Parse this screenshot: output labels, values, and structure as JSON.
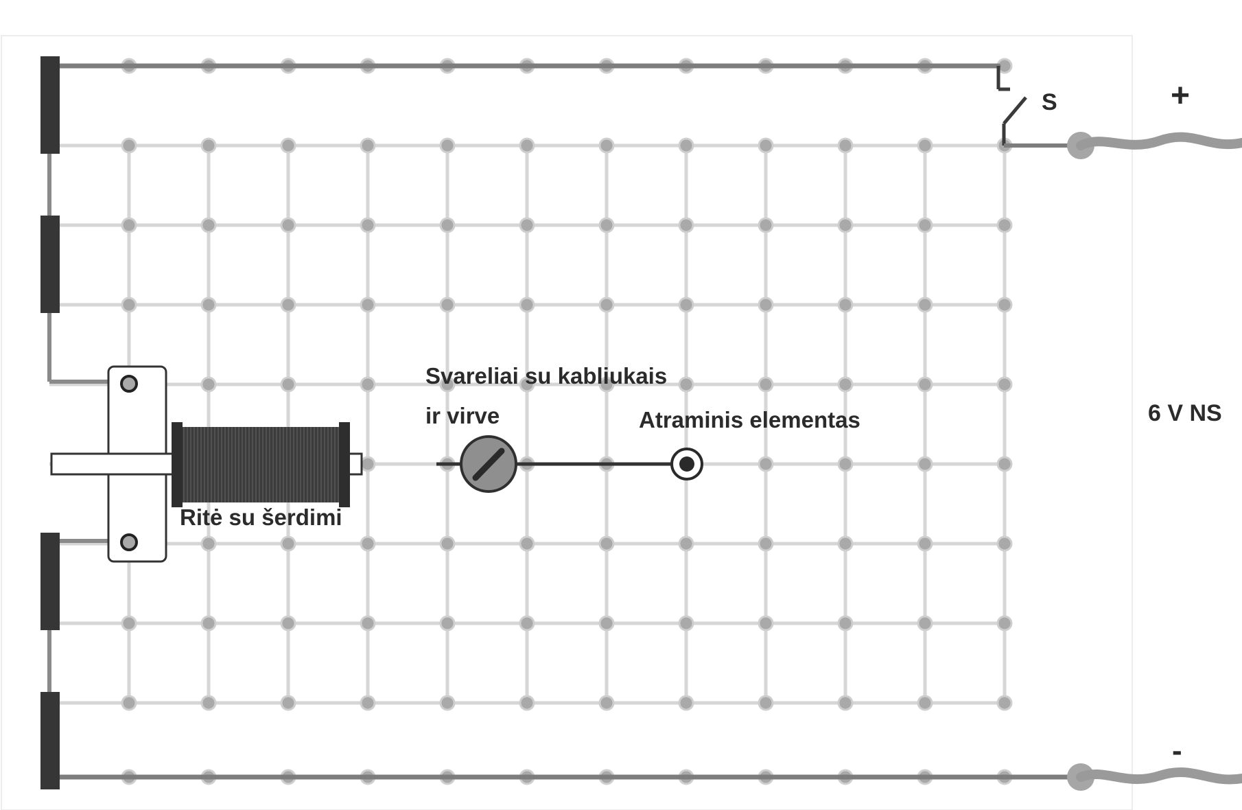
{
  "labels": {
    "switch": "S",
    "weights_line1": "Svareliai su kabliukais",
    "weights_line2": "ir virve",
    "support": "Atraminis elementas",
    "coil": "Ritė su šerdimi",
    "plus": "+",
    "minus": "-",
    "supply": "6 V NS"
  },
  "colors": {
    "board_dot": "#a9a9a9",
    "board_link": "#d6d6d6",
    "wire": "#808080",
    "conductor": "#3a3a3a",
    "coil": "#3c3c3c",
    "label": "#2b2b2b"
  }
}
